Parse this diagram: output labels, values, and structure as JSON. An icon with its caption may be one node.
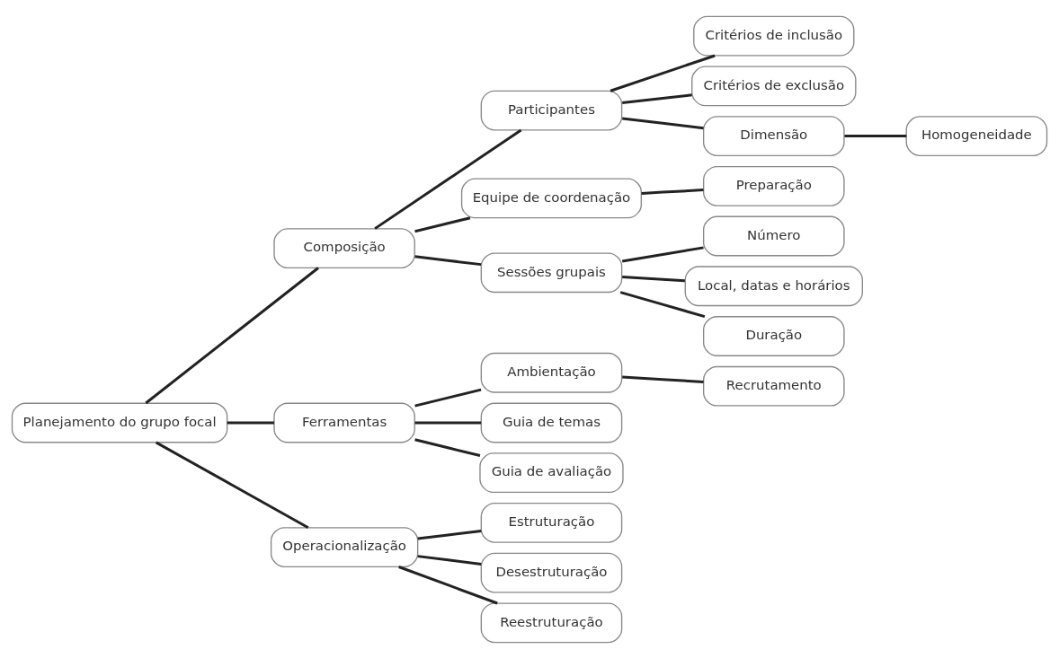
{
  "diagram": {
    "nodes": [
      {
        "text": [
          "Planejamento do grupo focal"
        ]
      },
      {
        "text": [
          "Composição"
        ]
      },
      {
        "text": [
          "Participantes"
        ]
      },
      {
        "text": [
          "Critérios de inclusão"
        ]
      },
      {
        "text": [
          "Critérios de exclusão"
        ]
      },
      {
        "text": [
          "Dimensão"
        ]
      },
      {
        "text": [
          "Homogeneidade"
        ]
      },
      {
        "text": [
          "Equipe de coordenação"
        ]
      },
      {
        "text": [
          "Preparação"
        ]
      },
      {
        "text": [
          "Sessões grupais"
        ]
      },
      {
        "text": [
          "Número"
        ]
      },
      {
        "text": [
          "Local, datas e horários"
        ]
      },
      {
        "text": [
          "Duração"
        ]
      },
      {
        "text": [
          "Ferramentas"
        ]
      },
      {
        "text": [
          "Ambientação"
        ]
      },
      {
        "text": [
          "Recrutamento"
        ]
      },
      {
        "text": [
          "Guia de temas"
        ]
      },
      {
        "text": [
          "Guia de avaliação"
        ]
      },
      {
        "text": [
          "Operacionalização"
        ]
      },
      {
        "text": [
          "Estruturação"
        ]
      },
      {
        "text": [
          "Desestruturação"
        ]
      },
      {
        "text": [
          "Reestruturação"
        ]
      }
    ],
    "edges": [
      {
        "from": 0,
        "to": 1,
        "arrow": "none"
      },
      {
        "from": 0,
        "to": 13,
        "arrow": "none"
      },
      {
        "from": 0,
        "to": 18,
        "arrow": "none"
      },
      {
        "from": 1,
        "to": 2,
        "arrow": "none"
      },
      {
        "from": 1,
        "to": 7,
        "arrow": "none"
      },
      {
        "from": 1,
        "to": 9,
        "arrow": "none"
      },
      {
        "from": 2,
        "to": 3,
        "arrow": "none"
      },
      {
        "from": 2,
        "to": 4,
        "arrow": "none"
      },
      {
        "from": 2,
        "to": 5,
        "arrow": "none"
      },
      {
        "from": 5,
        "to": 6,
        "arrow": "none"
      },
      {
        "from": 7,
        "to": 8,
        "arrow": "none"
      },
      {
        "from": 9,
        "to": 10,
        "arrow": "none"
      },
      {
        "from": 9,
        "to": 11,
        "arrow": "none"
      },
      {
        "from": 9,
        "to": 12,
        "arrow": "none"
      },
      {
        "from": 13,
        "to": 14,
        "arrow": "none"
      },
      {
        "from": 13,
        "to": 16,
        "arrow": "none"
      },
      {
        "from": 13,
        "to": 17,
        "arrow": "none"
      },
      {
        "from": 14,
        "to": 15,
        "arrow": "none"
      },
      {
        "from": 18,
        "to": 19,
        "arrow": "none"
      },
      {
        "from": 18,
        "to": 20,
        "arrow": "none"
      },
      {
        "from": 18,
        "to": 21,
        "arrow": "none"
      }
    ]
  }
}
